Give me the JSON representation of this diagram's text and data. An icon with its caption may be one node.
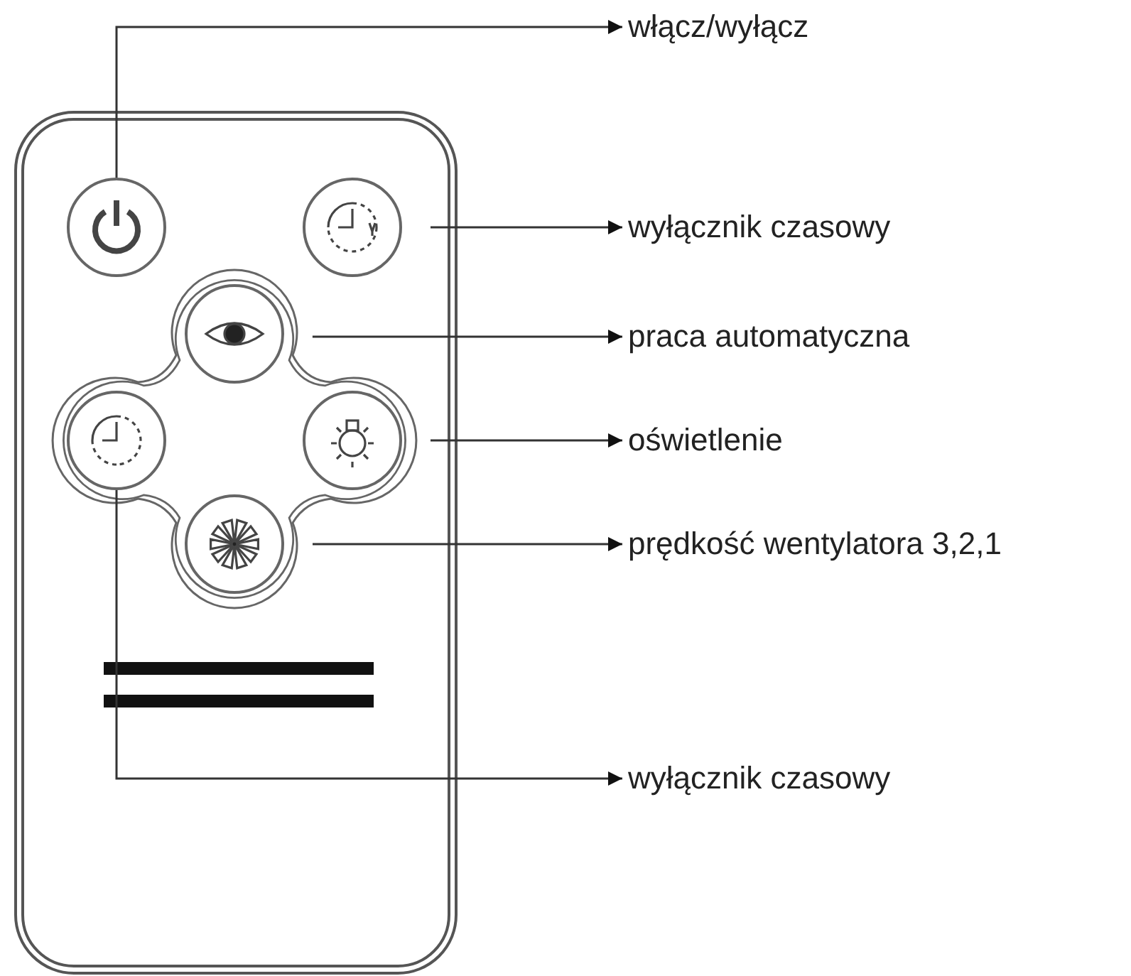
{
  "diagram": {
    "nodes": [
      {
        "text": [],
        "shape": "box"
      },
      {
        "text": [],
        "shape": "circle",
        "in": 0
      },
      {
        "text": [],
        "shape": "circle",
        "in": 0
      },
      {
        "text": [],
        "shape": "circle",
        "in": 0
      },
      {
        "text": [],
        "shape": "circle",
        "in": 0
      },
      {
        "text": [],
        "shape": "circle",
        "in": 0
      },
      {
        "text": [],
        "shape": "circle",
        "in": 0
      },
      {
        "text": [
          "włącz/wyłącz"
        ]
      },
      {
        "text": [
          "wyłącznik czasowy"
        ]
      },
      {
        "text": [
          "praca automatyczna"
        ]
      },
      {
        "text": [
          "oświetlenie"
        ]
      },
      {
        "text": [
          "prędkość wentylatora 3,2,1"
        ]
      },
      {
        "text": [
          "wyłącznik czasowy"
        ]
      }
    ],
    "edges": [
      {
        "from": 1,
        "to": 7,
        "arrow": "to"
      },
      {
        "from": 2,
        "to": 8,
        "arrow": "to"
      },
      {
        "from": 3,
        "to": 9,
        "arrow": "to"
      },
      {
        "from": 5,
        "to": 10,
        "arrow": "to"
      },
      {
        "from": 6,
        "to": 11,
        "arrow": "to"
      },
      {
        "from": 4,
        "to": 12,
        "arrow": "to"
      }
    ]
  }
}
